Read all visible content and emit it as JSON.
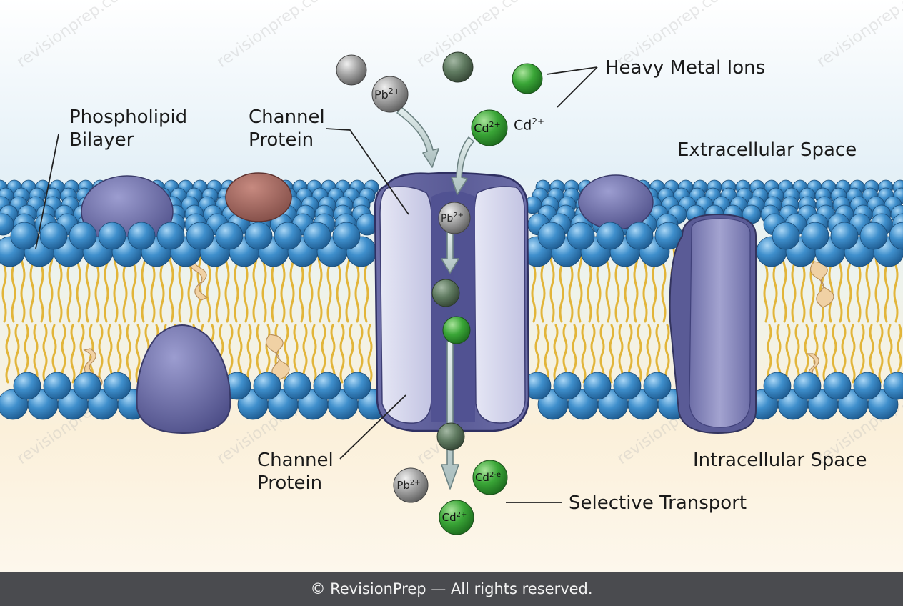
{
  "labels": {
    "phospholipid_bilayer": [
      "Phospholipid",
      "Bilayer"
    ],
    "channel_protein_top": [
      "Channel",
      "Protein"
    ],
    "channel_protein_bottom": [
      "Channel",
      "Protein"
    ],
    "heavy_metal_ions": "Heavy Metal Ions",
    "cd_label": "Cd",
    "cd_sup": "2+",
    "extracellular_space": "Extracellular Space",
    "intracellular_space": "Intracellular Space",
    "selective_transport": "Selective Transport"
  },
  "ions": {
    "pb": "Pb",
    "pb_sup": "2+",
    "cd": "Cd",
    "cd_sup": "2+",
    "cd_sup_alt": "2-e"
  },
  "watermark": "revisionprep.com",
  "footer": "© RevisionPrep — All rights reserved.",
  "colors": {
    "extracellular_bg": "#e6f1f7",
    "intracellular_bg": "#fbf0da",
    "phospholipid_head": "#3f8fcc",
    "lipid_tail": "#e0b23a",
    "channel_protein": "#5d5e9a",
    "channel_protein_light": "#d3d4ea",
    "cd_ion": "#3aa637",
    "pb_ion": "#8d8d8d",
    "footer_bg": "#4a4b4f"
  }
}
